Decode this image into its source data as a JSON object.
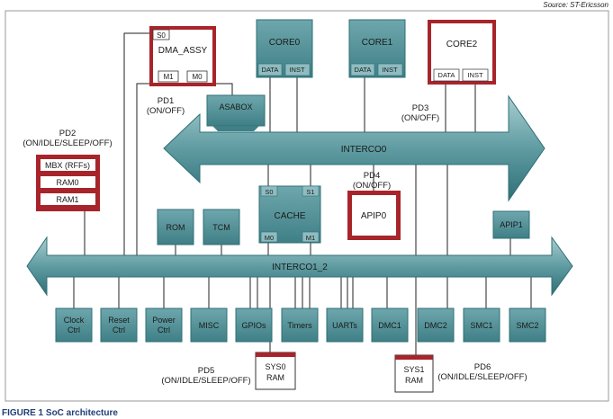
{
  "source": "Source: ST-Ericsson",
  "caption": {
    "label": "FIGURE 1",
    "text": "SoC architecture"
  },
  "blocks": {
    "dma": {
      "name": "DMA_ASSY",
      "s0": "S0",
      "m1": "M1",
      "m0": "M0"
    },
    "core0": {
      "name": "CORE0",
      "data": "DATA",
      "inst": "INST"
    },
    "core1": {
      "name": "CORE1",
      "data": "DATA",
      "inst": "INST"
    },
    "core2": {
      "name": "CORE2",
      "data": "DATA",
      "inst": "INST"
    },
    "asabox": "ASABOX",
    "mbx": "MBX (RFFs)",
    "ram0": "RAM0",
    "ram1": "RAM1",
    "rom": "ROM",
    "tcm": "TCM",
    "cache": {
      "name": "CACHE",
      "s0": "S0",
      "s1": "S1",
      "m0": "M0",
      "m1": "M1"
    },
    "apip0": "APIP0",
    "apip1": "APIP1",
    "sys0": {
      "line1": "SYS0",
      "line2": "RAM"
    },
    "sys1": {
      "line1": "SYS1",
      "line2": "RAM"
    }
  },
  "interconnects": {
    "top": "INTERCO0",
    "bottom": "INTERCO1_2"
  },
  "power_domains": {
    "pd1": {
      "name": "PD1",
      "state": "(ON/OFF)"
    },
    "pd2": {
      "name": "PD2",
      "state": "(ON/IDLE/SLEEP/OFF)"
    },
    "pd3": {
      "name": "PD3",
      "state": "(ON/OFF)"
    },
    "pd4": {
      "name": "PD4",
      "state": "(ON/OFF)"
    },
    "pd5": {
      "name": "PD5",
      "state": "(ON/IDLE/SLEEP/OFF)"
    },
    "pd6": {
      "name": "PD6",
      "state": "(ON/IDLE/SLEEP/OFF)"
    }
  },
  "peripherals": {
    "clock": {
      "line1": "Clock",
      "line2": "Ctrl"
    },
    "reset": {
      "line1": "Reset",
      "line2": "Ctrl"
    },
    "power": {
      "line1": "Power",
      "line2": "Ctrl"
    },
    "misc": "MISC",
    "gpios": "GPIOs",
    "timers": "Timers",
    "uarts": "UARTs",
    "dmc1": "DMC1",
    "dmc2": "DMC2",
    "smc1": "SMC1",
    "smc2": "SMC2"
  },
  "colors": {
    "teal_block": "#4e8f96",
    "teal_light": "#7fb3b8",
    "red_border": "#a8242b",
    "frame": "#999999",
    "caption_blue": "#1f3f77"
  }
}
